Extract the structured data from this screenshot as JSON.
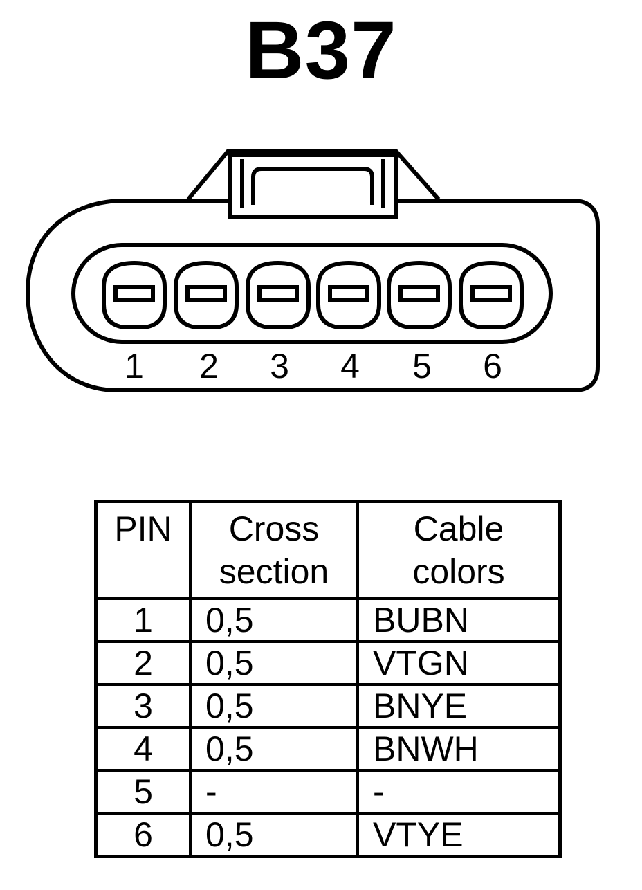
{
  "title": "B37",
  "connector": {
    "pin_labels": [
      "1",
      "2",
      "3",
      "4",
      "5",
      "6"
    ]
  },
  "table": {
    "headers": {
      "pin": "PIN",
      "cross_section": [
        "Cross",
        "section"
      ],
      "cable_colors": [
        "Cable",
        "colors"
      ]
    },
    "rows": [
      {
        "pin": "1",
        "cross_section": "0,5",
        "color": "BUBN"
      },
      {
        "pin": "2",
        "cross_section": "0,5",
        "color": "VTGN"
      },
      {
        "pin": "3",
        "cross_section": "0,5",
        "color": "BNYE"
      },
      {
        "pin": "4",
        "cross_section": "0,5",
        "color": "BNWH"
      },
      {
        "pin": "5",
        "cross_section": "-",
        "color": "-"
      },
      {
        "pin": "6",
        "cross_section": "0,5",
        "color": "VTYE"
      }
    ]
  }
}
